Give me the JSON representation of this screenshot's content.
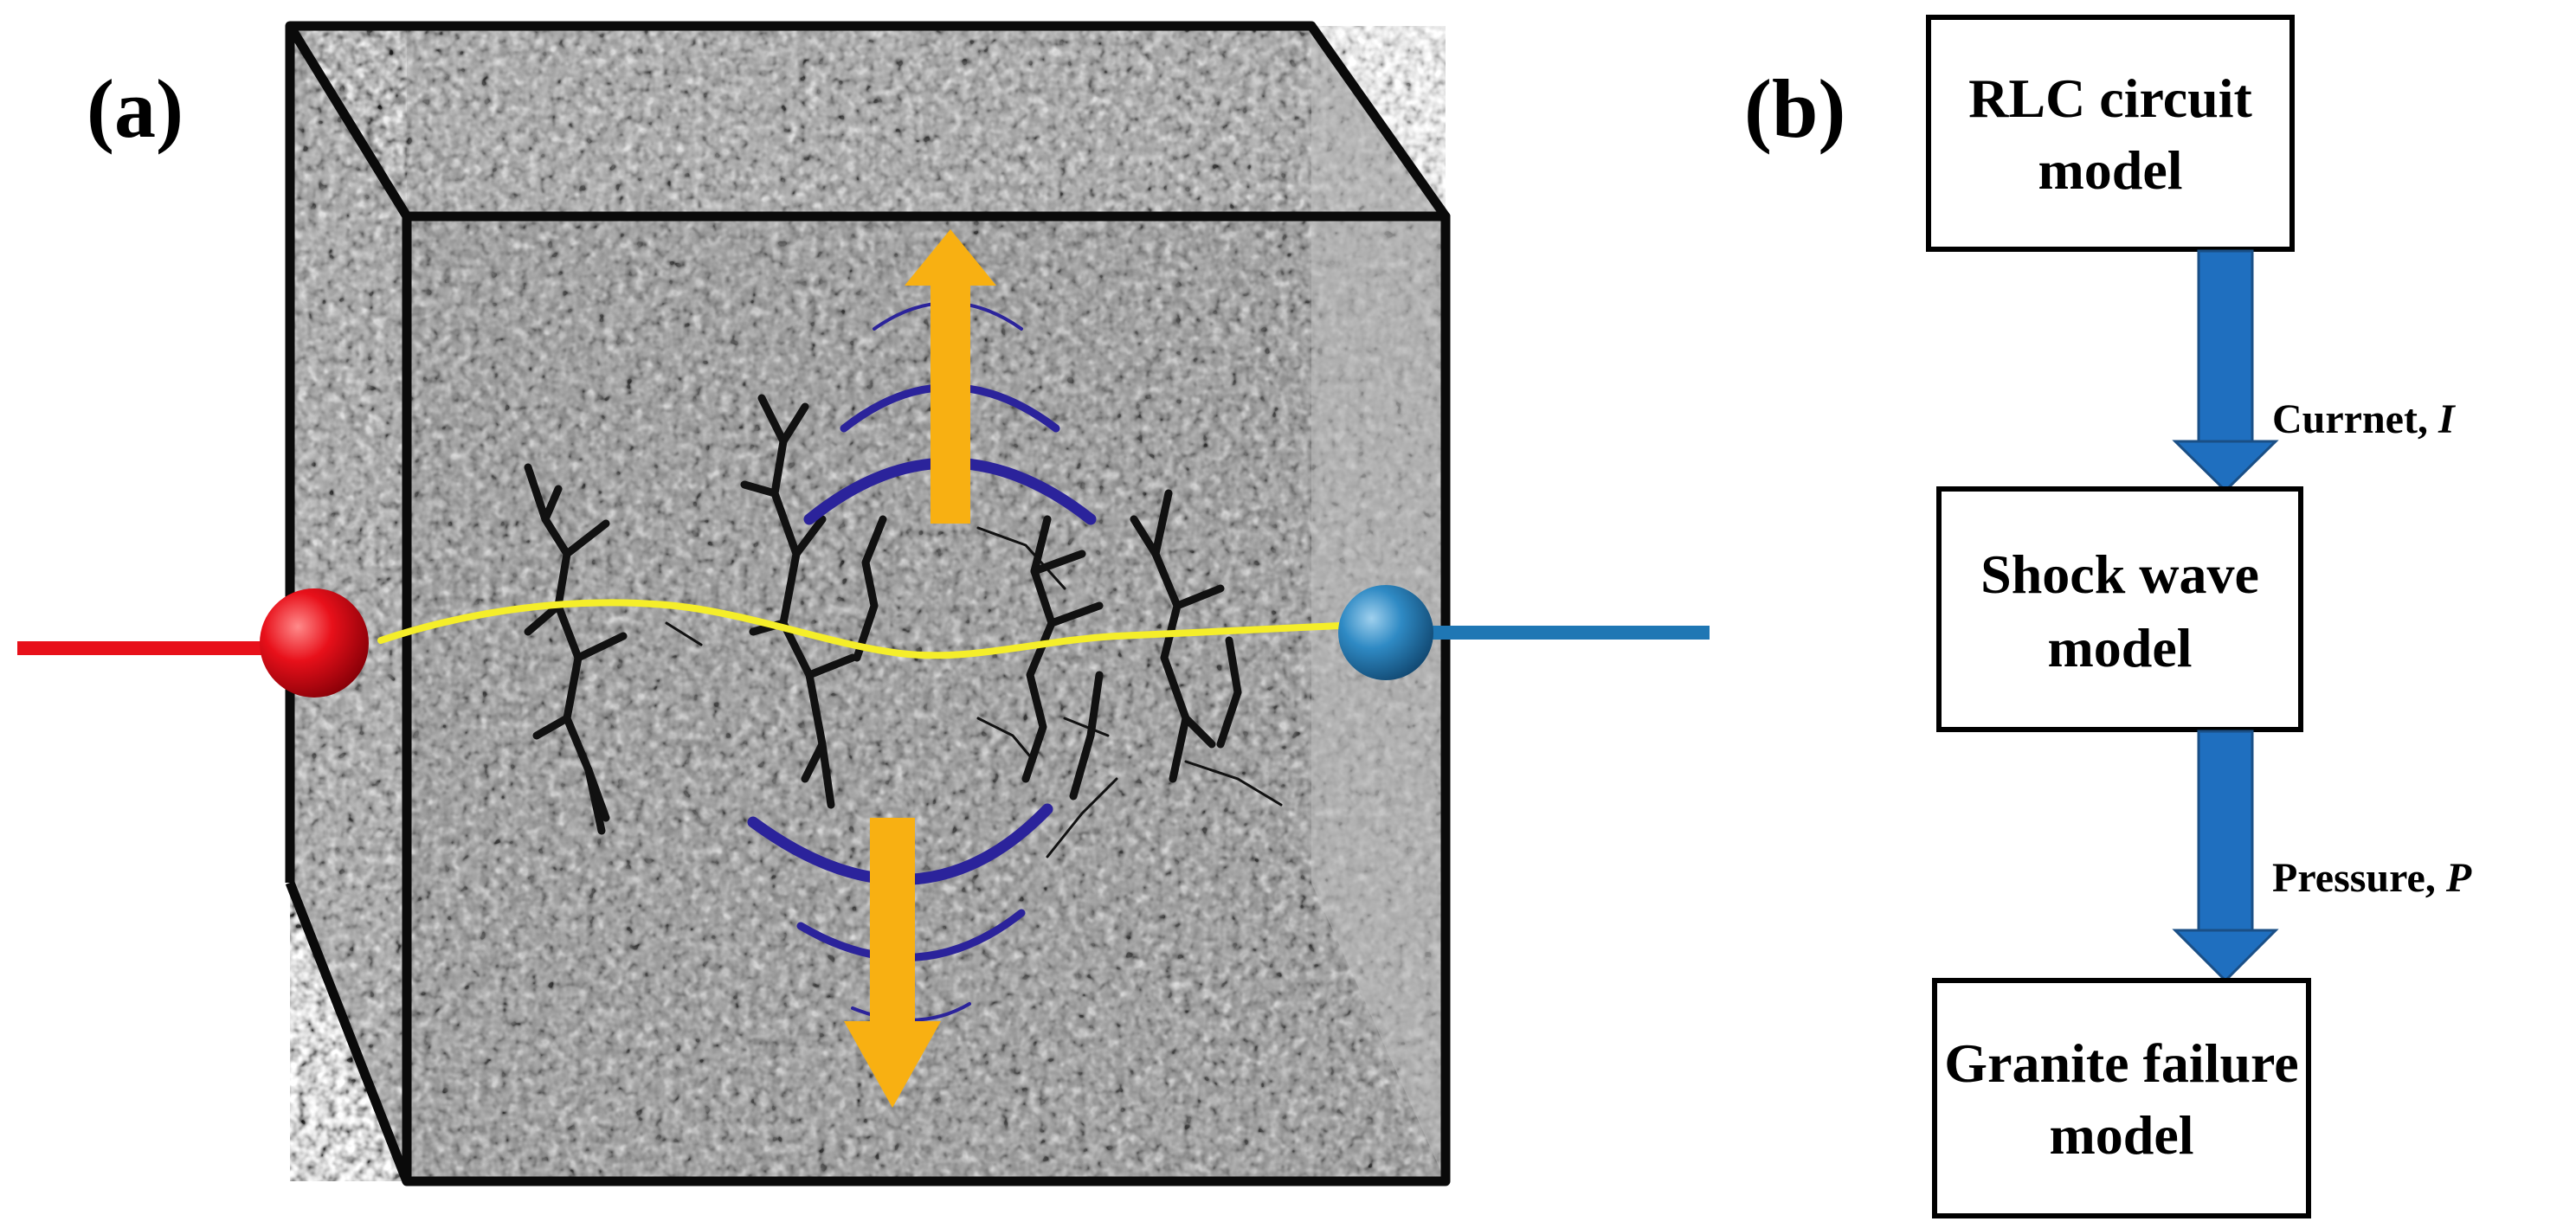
{
  "figure": {
    "panel_a_label": "(a)",
    "panel_b_label": "(b)"
  },
  "colors": {
    "positive_electrode": "#e8101a",
    "negative_electrode": "#1f77b4",
    "plasma_channel": "#f5ee2a",
    "shock_arc": "#2b239b",
    "expansion_arrow": "#f8b012",
    "flow_arrow": "#1f6fbf",
    "crack": "#111111",
    "granite_face": "#9c9c9c"
  },
  "flowchart": {
    "boxes": [
      {
        "id": "rlc",
        "line1": "RLC circuit",
        "line2": "model"
      },
      {
        "id": "shock",
        "line1": "Shock wave",
        "line2": "model"
      },
      {
        "id": "granite",
        "line1": "Granite failure",
        "line2": "model"
      }
    ],
    "edges": [
      {
        "label": "Currnet, ",
        "variable": "I"
      },
      {
        "label": "Pressure, ",
        "variable": "P"
      }
    ]
  }
}
